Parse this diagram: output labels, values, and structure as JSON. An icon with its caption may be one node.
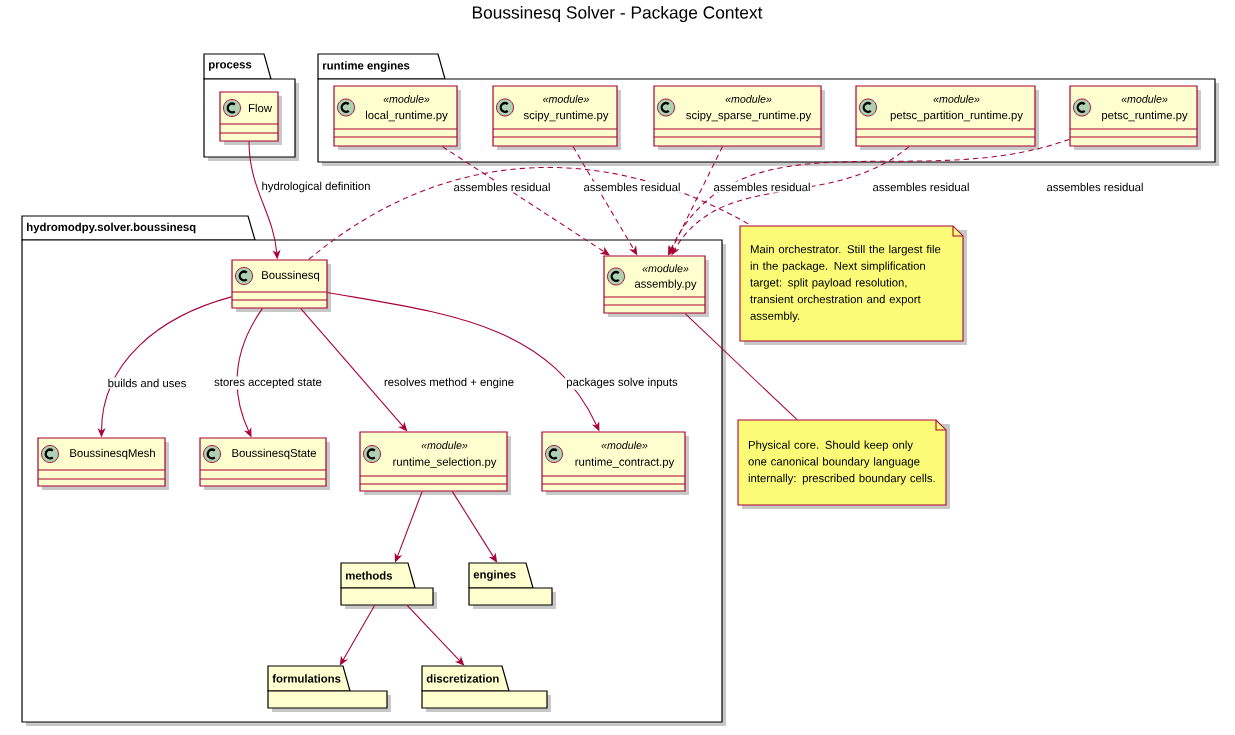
{
  "diagram": {
    "title": "Boussinesq Solver - Package Context",
    "nodes": [
      {
        "text": [
          "process"
        ]
      },
      {
        "text": [
          "Flow"
        ],
        "in": 0
      },
      {
        "text": [
          "runtime engines"
        ]
      },
      {
        "text": [
          "«module»",
          "local_runtime.py"
        ],
        "in": 2
      },
      {
        "text": [
          "«module»",
          "scipy_runtime.py"
        ],
        "in": 2
      },
      {
        "text": [
          "«module»",
          "scipy_sparse_runtime.py"
        ],
        "in": 2
      },
      {
        "text": [
          "«module»",
          "petsc_partition_runtime.py"
        ],
        "in": 2
      },
      {
        "text": [
          "«module»",
          "petsc_runtime.py"
        ],
        "in": 2
      },
      {
        "text": [
          "hydromodpy.solver.boussinesq"
        ]
      },
      {
        "text": [
          "Boussinesq"
        ],
        "in": 8
      },
      {
        "text": [
          "«module»",
          "assembly.py"
        ],
        "in": 8
      },
      {
        "text": [
          "BoussinesqMesh"
        ],
        "in": 8
      },
      {
        "text": [
          "BoussinesqState"
        ],
        "in": 8
      },
      {
        "text": [
          "«module»",
          "runtime_selection.py"
        ],
        "in": 8
      },
      {
        "text": [
          "«module»",
          "runtime_contract.py"
        ],
        "in": 8
      },
      {
        "text": [
          "methods"
        ],
        "in": 8
      },
      {
        "text": [
          "engines"
        ],
        "in": 8
      },
      {
        "text": [
          "formulations"
        ],
        "in": 8
      },
      {
        "text": [
          "discretization"
        ],
        "in": 8
      },
      {
        "text": [
          "Main orchestrator. Still the largest file in the package. Next simplification target: split payload resolution, transient orchestration and export assembly."
        ]
      },
      {
        "text": [
          "Physical core. Should keep only one canonical boundary language internally: prescribed boundary cells."
        ]
      }
    ],
    "edges": [
      {
        "from": 1,
        "to": 9,
        "arrow": "to",
        "label": "hydrological definition"
      },
      {
        "from": 3,
        "to": 10,
        "arrow": "to",
        "label": "assembles residual",
        "style": "dashed"
      },
      {
        "from": 4,
        "to": 10,
        "arrow": "to",
        "label": "assembles residual",
        "style": "dashed"
      },
      {
        "from": 5,
        "to": 10,
        "arrow": "to",
        "label": "assembles residual",
        "style": "dashed"
      },
      {
        "from": 6,
        "to": 10,
        "arrow": "to",
        "label": "assembles residual",
        "style": "dashed"
      },
      {
        "from": 7,
        "to": 10,
        "arrow": "to",
        "label": "assembles residual",
        "style": "dashed"
      },
      {
        "from": 9,
        "to": 19,
        "arrow": "none",
        "style": "dashed"
      },
      {
        "from": 10,
        "to": 20,
        "arrow": "none"
      },
      {
        "from": 9,
        "to": 11,
        "arrow": "to",
        "label": "builds and uses"
      },
      {
        "from": 9,
        "to": 12,
        "arrow": "to",
        "label": "stores accepted state"
      },
      {
        "from": 9,
        "to": 13,
        "arrow": "to",
        "label": "resolves method + engine"
      },
      {
        "from": 9,
        "to": 14,
        "arrow": "to",
        "label": "packages solve inputs"
      },
      {
        "from": 13,
        "to": 15,
        "arrow": "to"
      },
      {
        "from": 13,
        "to": 16,
        "arrow": "to"
      },
      {
        "from": 15,
        "to": 17,
        "arrow": "to"
      },
      {
        "from": 15,
        "to": 18,
        "arrow": "to"
      }
    ]
  }
}
